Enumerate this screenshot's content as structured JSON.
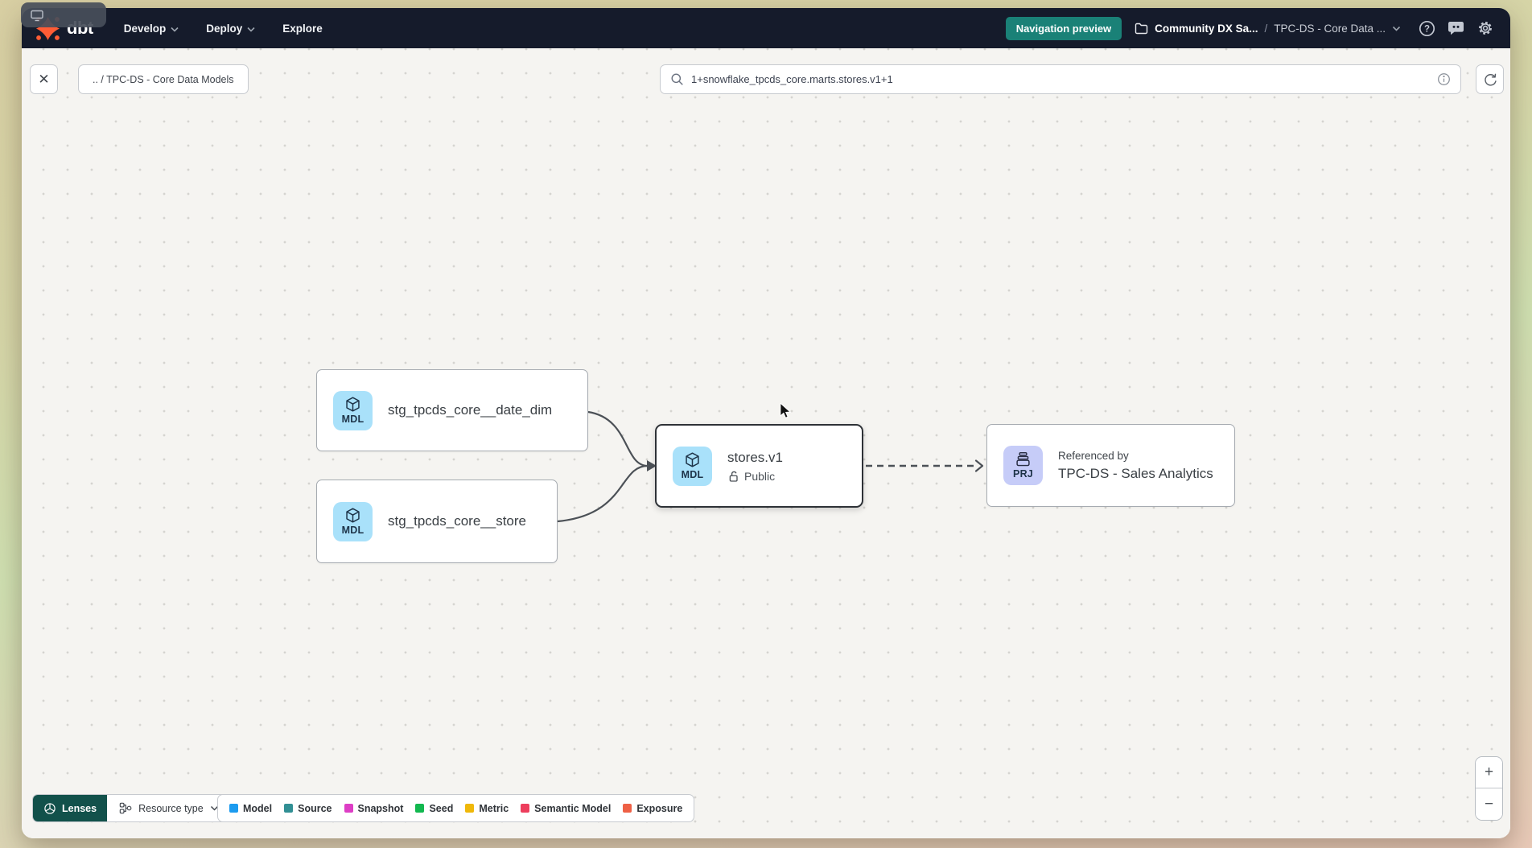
{
  "header": {
    "brand": "dbt",
    "menu": [
      {
        "label": "Develop"
      },
      {
        "label": "Deploy"
      },
      {
        "label": "Explore"
      }
    ],
    "navigation_preview": "Navigation preview",
    "account": "Community DX Sa...",
    "breadcrumb_separator": "/",
    "project": "TPC-DS - Core Data ..."
  },
  "toolbar": {
    "close": "✕",
    "path_chip": ".. / TPC-DS - Core Data Models",
    "search_value": "1+snowflake_tpcds_core.marts.stores.v1+1"
  },
  "graph": {
    "nodes": [
      {
        "badge": "MDL",
        "label": "stg_tpcds_core__date_dim"
      },
      {
        "badge": "MDL",
        "label": "stg_tpcds_core__store"
      },
      {
        "badge": "MDL",
        "label": "stores.v1",
        "access": "Public"
      },
      {
        "badge": "PRJ",
        "kicker": "Referenced by",
        "label": "TPC-DS - Sales Analytics"
      }
    ]
  },
  "footer": {
    "lenses": "Lenses",
    "resource_type": "Resource type",
    "legend": [
      {
        "label": "Model",
        "color": "#1C9BEF"
      },
      {
        "label": "Source",
        "color": "#318F94"
      },
      {
        "label": "Snapshot",
        "color": "#DD3EC5"
      },
      {
        "label": "Seed",
        "color": "#12B84F"
      },
      {
        "label": "Metric",
        "color": "#EFB80A"
      },
      {
        "label": "Semantic Model",
        "color": "#ED3E5D"
      },
      {
        "label": "Exposure",
        "color": "#EE6045"
      }
    ]
  },
  "zoom_controls": {
    "in": "+",
    "out": "−"
  },
  "colors": {
    "header_bg": "#151B2B",
    "nav_preview_bg": "#1A8177",
    "lenses_bg": "#12514B",
    "canvas_bg": "#F5F4F1",
    "model_chip_bg": "#A9E1FA",
    "project_chip_bg": "#C6CCF8",
    "brand_orange": "#FF5C35"
  }
}
